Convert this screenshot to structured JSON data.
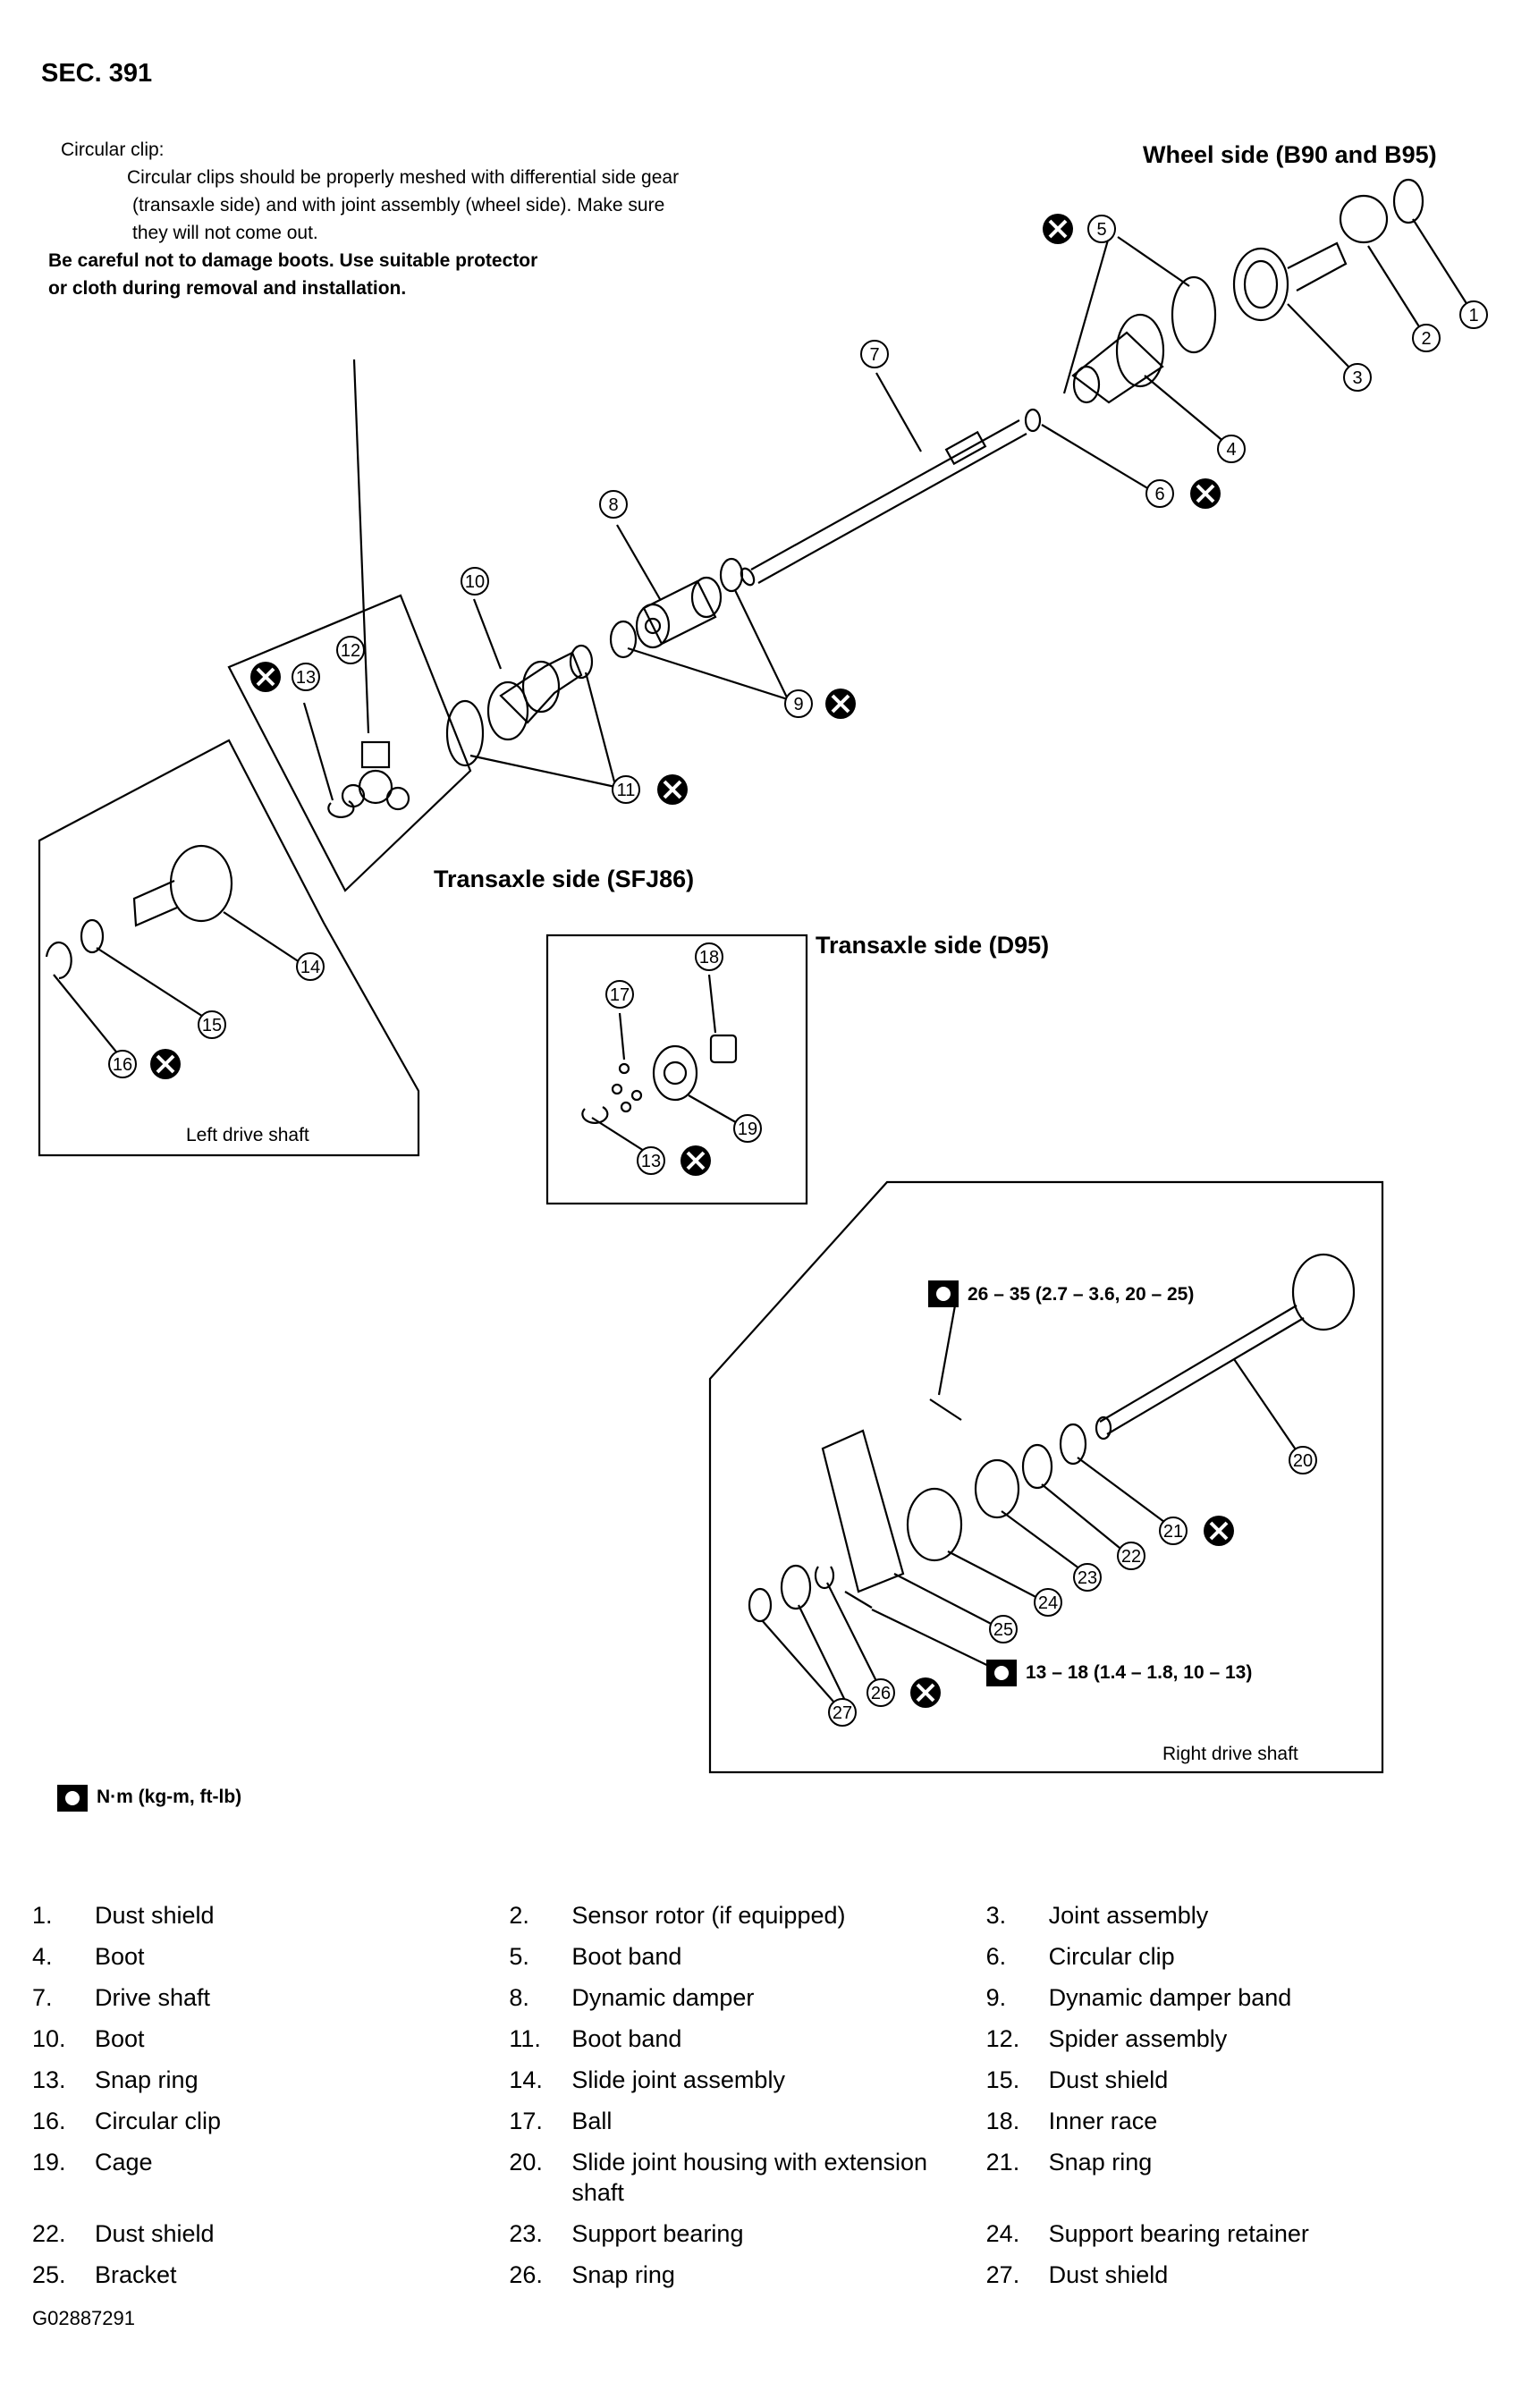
{
  "section": "SEC. 391",
  "note": {
    "line1": "Circular clip:",
    "line2": "Circular clips should be properly meshed with differential side gear",
    "line3": "(transaxle side) and with joint assembly (wheel side). Make sure",
    "line4": "they will not come out.",
    "line5": "Be careful not to damage boots. Use suitable protector",
    "line6": "or cloth during removal and installation."
  },
  "headers": {
    "wheel_side": "Wheel side (B90 and B95)",
    "transaxle_sfj86": "Transaxle side (SFJ86)",
    "transaxle_d95": "Transaxle side (D95)",
    "left_drive_shaft": "Left drive shaft",
    "right_drive_shaft": "Right drive shaft"
  },
  "torque": {
    "upper": "26 – 35 (2.7 – 3.6, 20 – 25)",
    "lower": "13 – 18 (1.4 – 1.8, 10 – 13)",
    "legend": "N·m (kg-m, ft-lb)"
  },
  "callouts": [
    "1",
    "2",
    "3",
    "4",
    "5",
    "6",
    "7",
    "8",
    "9",
    "10",
    "11",
    "12",
    "13",
    "14",
    "15",
    "16",
    "17",
    "18",
    "19",
    "20",
    "21",
    "22",
    "23",
    "24",
    "25",
    "26",
    "27"
  ],
  "parts": [
    {
      "num": "1.",
      "name": "Dust shield"
    },
    {
      "num": "2.",
      "name": "Sensor rotor (if equipped)"
    },
    {
      "num": "3.",
      "name": "Joint assembly"
    },
    {
      "num": "4.",
      "name": "Boot"
    },
    {
      "num": "5.",
      "name": "Boot band"
    },
    {
      "num": "6.",
      "name": "Circular clip"
    },
    {
      "num": "7.",
      "name": "Drive shaft"
    },
    {
      "num": "8.",
      "name": "Dynamic damper"
    },
    {
      "num": "9.",
      "name": "Dynamic damper band"
    },
    {
      "num": "10.",
      "name": "Boot"
    },
    {
      "num": "11.",
      "name": "Boot band"
    },
    {
      "num": "12.",
      "name": "Spider assembly"
    },
    {
      "num": "13.",
      "name": "Snap ring"
    },
    {
      "num": "14.",
      "name": "Slide joint assembly"
    },
    {
      "num": "15.",
      "name": "Dust shield"
    },
    {
      "num": "16.",
      "name": "Circular clip"
    },
    {
      "num": "17.",
      "name": "Ball"
    },
    {
      "num": "18.",
      "name": "Inner race"
    },
    {
      "num": "19.",
      "name": "Cage"
    },
    {
      "num": "20.",
      "name": "Slide joint housing with extension shaft"
    },
    {
      "num": "21.",
      "name": "Snap ring"
    },
    {
      "num": "22.",
      "name": "Dust shield"
    },
    {
      "num": "23.",
      "name": "Support bearing"
    },
    {
      "num": "24.",
      "name": "Support bearing retainer"
    },
    {
      "num": "25.",
      "name": "Bracket"
    },
    {
      "num": "26.",
      "name": "Snap ring"
    },
    {
      "num": "27.",
      "name": "Dust shield"
    }
  ],
  "figure_code": "G02887291"
}
